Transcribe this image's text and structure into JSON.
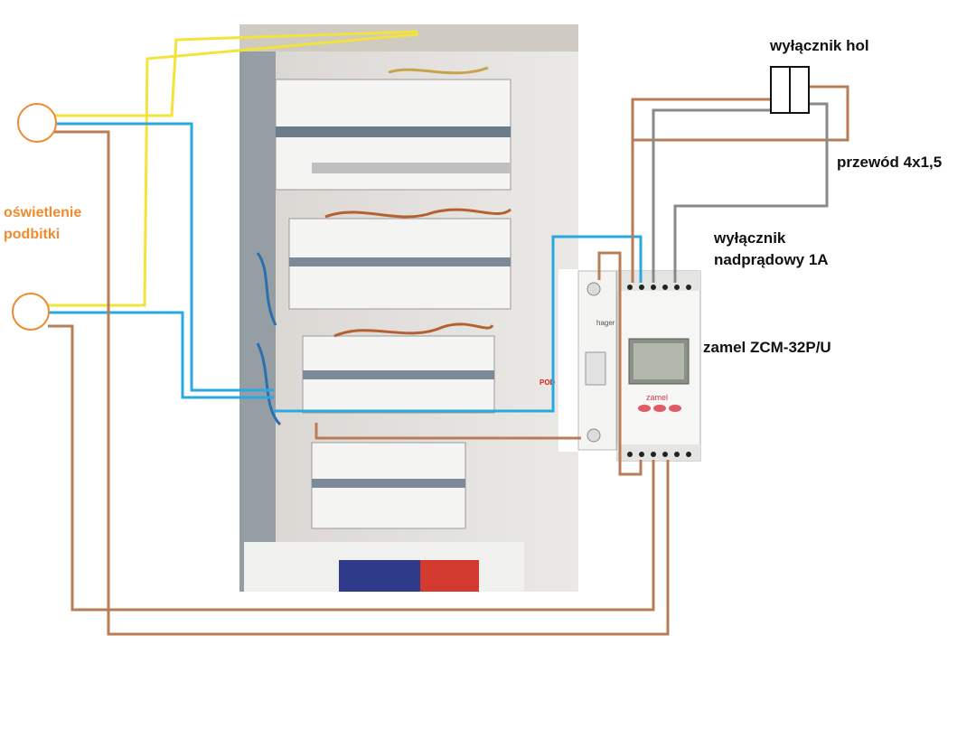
{
  "labels": {
    "hall_switch": "wyłącznik hol",
    "cable": "przewód 4x1,5",
    "breaker_line1": "wyłącznik",
    "breaker_line2": "nadprądowy 1A",
    "zamel": "zamel ZCM-32P/U",
    "lighting_line1": "oświetlenie",
    "lighting_line2": "podbitki",
    "zamel_brand": "zamel",
    "hager_brand": "hager",
    "pod_mark": "POD"
  },
  "colors": {
    "yellow_wire": "#f2e43a",
    "blue_wire": "#2aa8e0",
    "brown_wire": "#b87d56",
    "gray_wire": "#8a8a8a",
    "lamp_orange": "#f08a2e",
    "lighting_text": "#f08a2e"
  }
}
